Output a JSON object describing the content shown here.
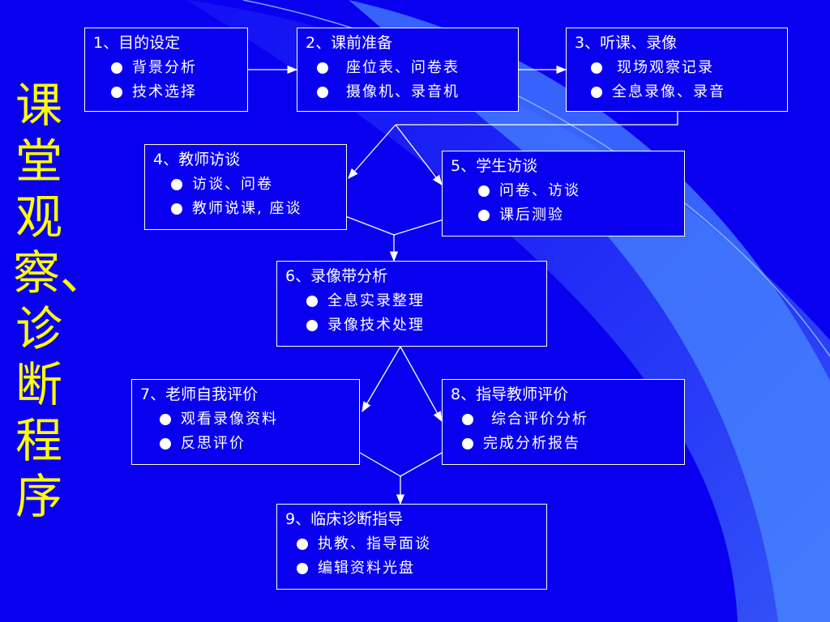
{
  "title": "课堂观察、诊断程序",
  "boxes": {
    "b1": {
      "title": "1、目的设定",
      "items": [
        "背景分析",
        "技术选择"
      ]
    },
    "b2": {
      "title": "2、课前准备",
      "items": [
        "座位表、问卷表",
        "摄像机、录音机"
      ]
    },
    "b3": {
      "title": "3、听课、录像",
      "items": [
        "现场观察记录",
        "全息录像、录音"
      ]
    },
    "b4": {
      "title": "4、教师访谈",
      "items": [
        "访谈、问卷",
        "教师说课, 座谈"
      ]
    },
    "b5": {
      "title": "5、学生访谈",
      "items": [
        "问卷、访谈",
        "课后测验"
      ]
    },
    "b6": {
      "title": "6、录像带分析",
      "items": [
        "全息实录整理",
        "录像技术处理"
      ]
    },
    "b7": {
      "title": "7、老师自我评价",
      "items": [
        "观看录像资料",
        "反思评价"
      ]
    },
    "b8": {
      "title": "8、指导教师评价",
      "items": [
        "综合评价分析",
        "完成分析报告"
      ]
    },
    "b9": {
      "title": "9、临床诊断指导",
      "items": [
        "执教、指导面谈",
        "编辑资料光盘"
      ]
    }
  },
  "colors": {
    "background": "#0a00f0",
    "title": "#ffff00",
    "text": "#ffffff",
    "swoosh": "#4a8cff"
  }
}
